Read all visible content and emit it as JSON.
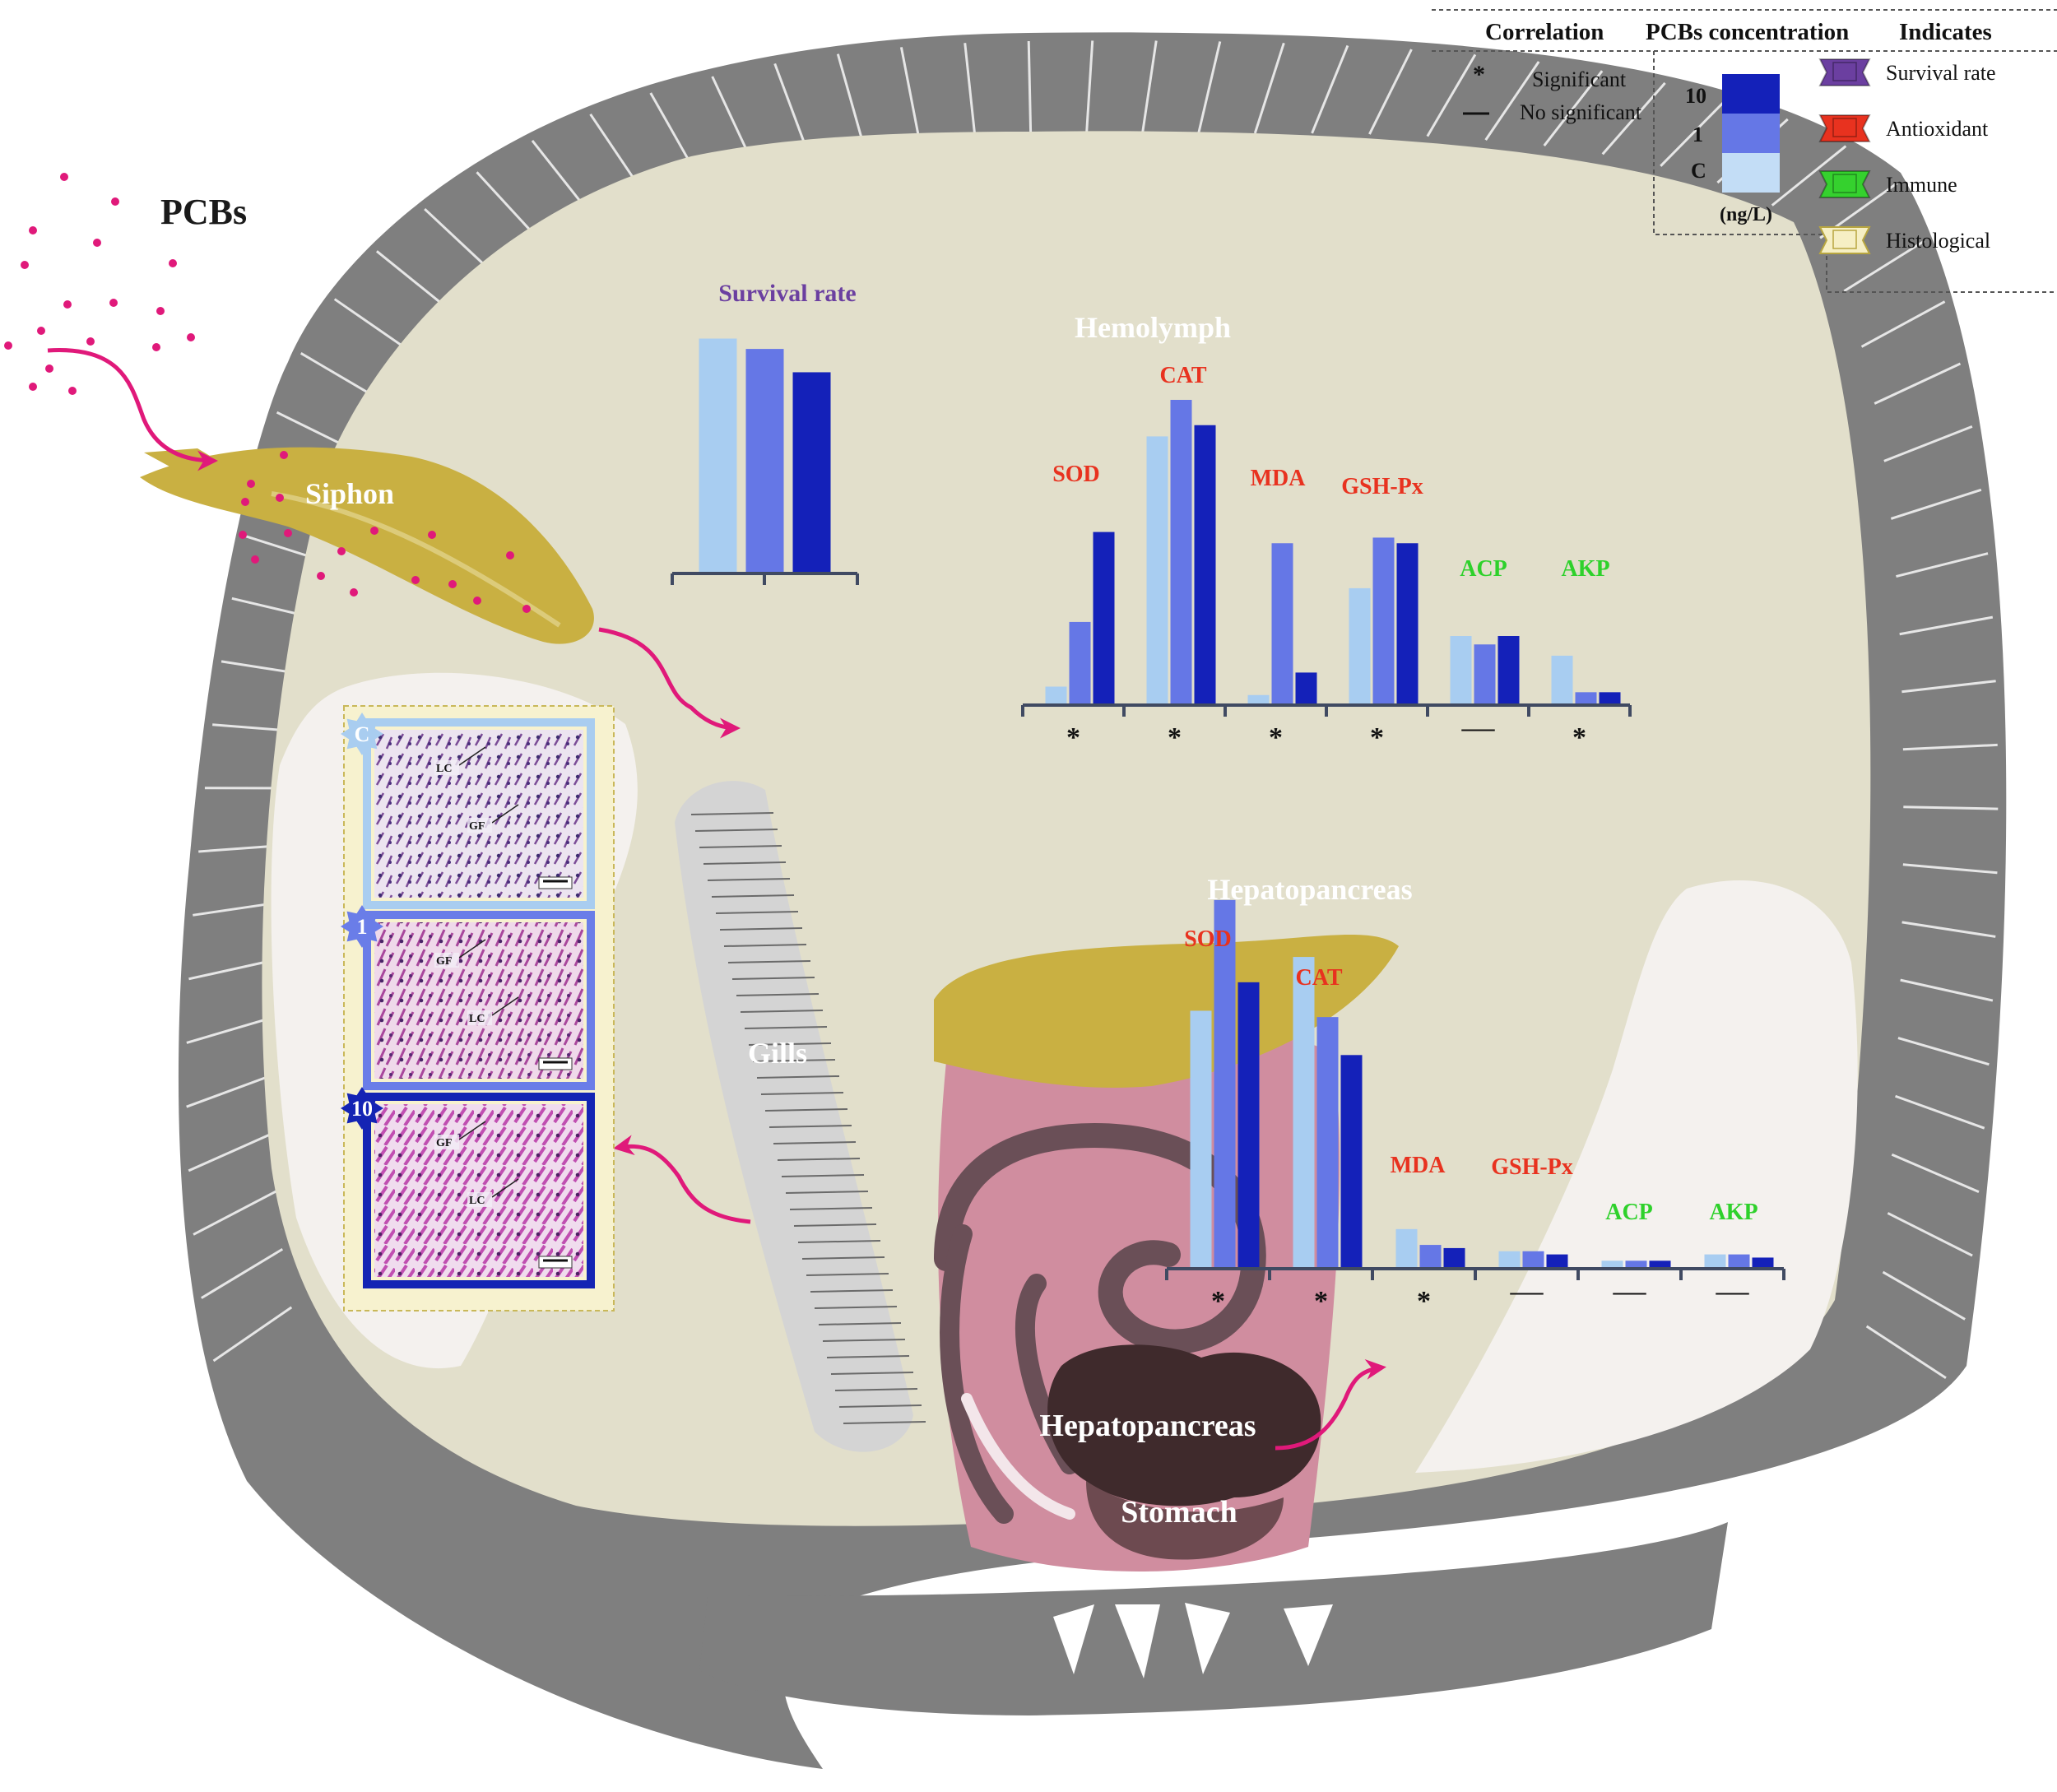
{
  "labels": {
    "pcbs": "PCBs",
    "siphon": "Siphon",
    "gills": "Gills",
    "hepatopancreas_organ": "Hepatopancreas",
    "stomach": "Stomach",
    "survival_title": "Survival rate",
    "hemolymph_title": "Hemolymph",
    "hepato_title": "Hepatopancreas"
  },
  "legend": {
    "correlation_header": "Correlation",
    "concentration_header": "PCBs concentration",
    "indicates_header": "Indicates",
    "significant_symbol": "*",
    "significant_label": "Significant",
    "nonsignificant_symbol": "—",
    "nonsignificant_label": "No significant",
    "levels": [
      "10",
      "1",
      "C"
    ],
    "unit": "(ng/L)",
    "indicates": [
      {
        "label": "Survival rate",
        "color": "#6b3fa0"
      },
      {
        "label": "Antioxidant",
        "color": "#e8321f"
      },
      {
        "label": "Immune",
        "color": "#35d12e"
      },
      {
        "label": "Histological",
        "color": "#f6efc4"
      }
    ]
  },
  "histology_panels": [
    {
      "tag": "C",
      "labels": [
        "LC",
        "GF"
      ],
      "color": "#a9cdf0"
    },
    {
      "tag": "1",
      "labels": [
        "GF",
        "LC"
      ],
      "color": "#6a7de8"
    },
    {
      "tag": "10",
      "labels": [
        "GF",
        "LC"
      ],
      "color": "#1424b4"
    }
  ],
  "colors": {
    "C": "#a8cdf1",
    "1": "#6577e6",
    "10": "#1421b9",
    "antioxidant": "#e8321f",
    "immune": "#2ed12b",
    "survival": "#6b3fa0",
    "arrow": "#e0197a",
    "shell": "#7f7f7f",
    "body": "#e2dfcb",
    "siphon": "#c9b042"
  },
  "chart_data": [
    {
      "type": "bar",
      "title": "Survival rate",
      "series_order": [
        "C",
        "1",
        "10"
      ],
      "groups": [
        {
          "name": "",
          "values": [
            90,
            86,
            77
          ]
        }
      ],
      "ylim": [
        0,
        100
      ]
    },
    {
      "type": "bar",
      "title": "Hemolymph",
      "series_order": [
        "C",
        "1",
        "10"
      ],
      "groups": [
        {
          "name": "SOD",
          "category": "antioxidant",
          "values": [
            6,
            29,
            61
          ],
          "significance": "*"
        },
        {
          "name": "CAT",
          "category": "antioxidant",
          "values": [
            95,
            108,
            99
          ],
          "significance": "*"
        },
        {
          "name": "MDA",
          "category": "antioxidant",
          "values": [
            3,
            57,
            11
          ],
          "significance": "*"
        },
        {
          "name": "GSH-Px",
          "category": "antioxidant",
          "values": [
            41,
            59,
            57
          ],
          "significance": "*"
        },
        {
          "name": "ACP",
          "category": "immune",
          "values": [
            24,
            21,
            24
          ],
          "significance": "—"
        },
        {
          "name": "AKP",
          "category": "immune",
          "values": [
            17,
            4,
            4
          ],
          "significance": "*"
        }
      ],
      "ylim": [
        0,
        120
      ]
    },
    {
      "type": "bar",
      "title": "Hepatopancreas",
      "series_order": [
        "C",
        "1",
        "10"
      ],
      "groups": [
        {
          "name": "SOD",
          "category": "antioxidant",
          "values": [
            81,
            116,
            90
          ],
          "significance": "*"
        },
        {
          "name": "CAT",
          "category": "antioxidant",
          "values": [
            98,
            79,
            67
          ],
          "significance": "*"
        },
        {
          "name": "MDA",
          "category": "antioxidant",
          "values": [
            12,
            7,
            6
          ],
          "significance": "*"
        },
        {
          "name": "GSH-Px",
          "category": "antioxidant",
          "values": [
            5,
            5,
            4
          ],
          "significance": "—"
        },
        {
          "name": "ACP",
          "category": "immune",
          "values": [
            2,
            2,
            2
          ],
          "significance": "—"
        },
        {
          "name": "AKP",
          "category": "immune",
          "values": [
            4,
            4,
            3
          ],
          "significance": "—"
        }
      ],
      "ylim": [
        0,
        130
      ]
    }
  ]
}
